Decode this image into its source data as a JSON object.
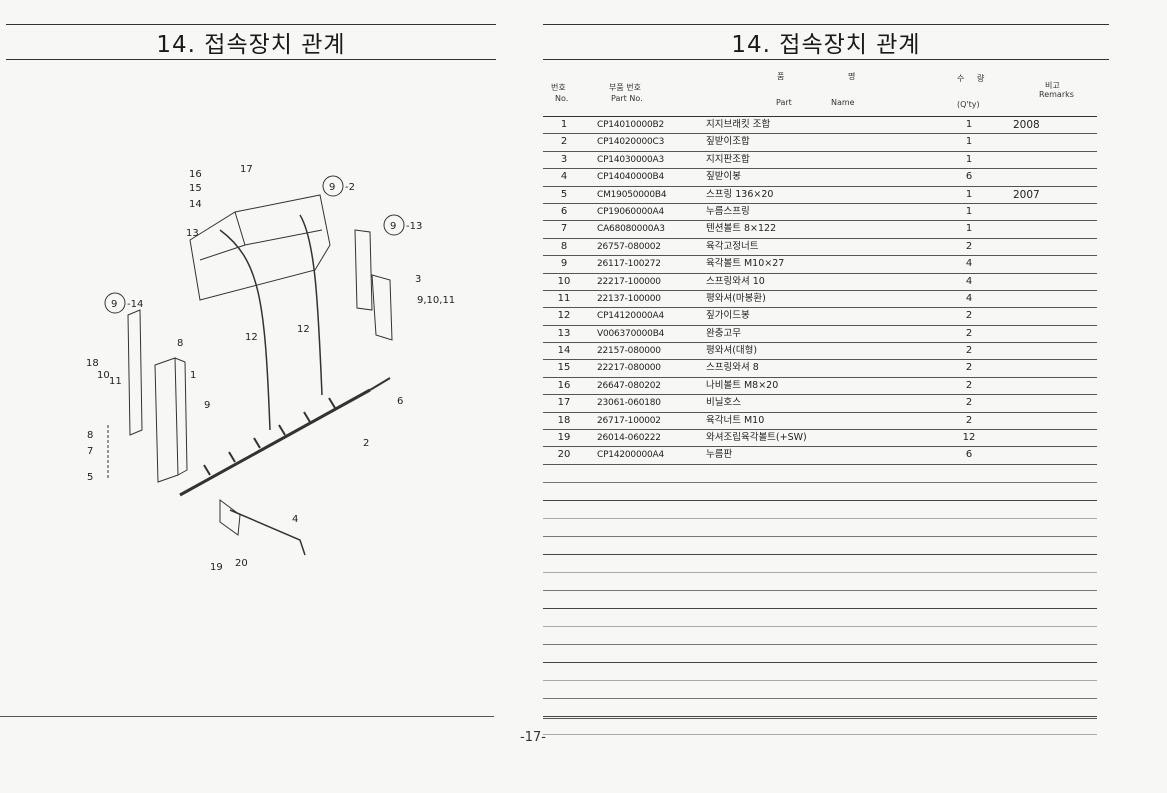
{
  "left_page": {
    "title": "14. 접속장치 관계",
    "diagram_labels": {
      "callout_9_2": "9",
      "callout_9_2_suffix": "-2",
      "callout_9_13": "9",
      "callout_9_13_suffix": "-13",
      "callout_9_14": "9",
      "callout_9_14_suffix": "-14",
      "l16": "16",
      "l15": "15",
      "l14": "14",
      "l13": "13",
      "l17": "17",
      "l3": "3",
      "l9_10_11": "9,10,11",
      "l12a": "12",
      "l12b": "12",
      "l8a": "8",
      "l18": "18",
      "l10": "10",
      "l11": "11",
      "l1": "1",
      "l9": "9",
      "l6": "6",
      "l2": "2",
      "l8b": "8",
      "l7": "7",
      "l5": "5",
      "l4": "4",
      "l19": "19",
      "l20": "20"
    }
  },
  "page_number": "-17-",
  "right_page": {
    "title": "14. 접속장치 관계",
    "headers": {
      "no_ko": "번호",
      "no_en": "No.",
      "part_ko": "부품 번호",
      "part_en": "Part No.",
      "name_ko_1": "품",
      "name_ko_2": "명",
      "name_en_1": "Part",
      "name_en_2": "Name",
      "qty_ko_1": "수",
      "qty_ko_2": "량",
      "qty_en": "(Q'ty)",
      "remarks_ko": "비고",
      "remarks_en": "Remarks"
    },
    "rows": [
      {
        "no": "1",
        "part": "CP14010000B2",
        "name": "지지브래킷 조합",
        "qty": "1",
        "remarks": "2008"
      },
      {
        "no": "2",
        "part": "CP14020000C3",
        "name": "짚받이조합",
        "qty": "1",
        "remarks": ""
      },
      {
        "no": "3",
        "part": "CP14030000A3",
        "name": "지지판조합",
        "qty": "1",
        "remarks": ""
      },
      {
        "no": "4",
        "part": "CP14040000B4",
        "name": "짚받이봉",
        "qty": "6",
        "remarks": ""
      },
      {
        "no": "5",
        "part": "CM19050000B4",
        "name": "스프링 136×20",
        "qty": "1",
        "remarks": "2007"
      },
      {
        "no": "6",
        "part": "CP19060000A4",
        "name": "누름스프링",
        "qty": "1",
        "remarks": ""
      },
      {
        "no": "7",
        "part": "CA68080000A3",
        "name": "텐션볼트 8×122",
        "qty": "1",
        "remarks": ""
      },
      {
        "no": "8",
        "part": "26757-080002",
        "name": "육각고정너트",
        "qty": "2",
        "remarks": ""
      },
      {
        "no": "9",
        "part": "26117-100272",
        "name": "육각볼트 M10×27",
        "qty": "4",
        "remarks": ""
      },
      {
        "no": "10",
        "part": "22217-100000",
        "name": "스프링와셔 10",
        "qty": "4",
        "remarks": ""
      },
      {
        "no": "11",
        "part": "22137-100000",
        "name": "평와셔(마봉환)",
        "qty": "4",
        "remarks": ""
      },
      {
        "no": "12",
        "part": "CP14120000A4",
        "name": "짚가이드봉",
        "qty": "2",
        "remarks": ""
      },
      {
        "no": "13",
        "part": "V006370000B4",
        "name": "완충고무",
        "qty": "2",
        "remarks": ""
      },
      {
        "no": "14",
        "part": "22157-080000",
        "name": "평와셔(대형)",
        "qty": "2",
        "remarks": ""
      },
      {
        "no": "15",
        "part": "22217-080000",
        "name": "스프링와셔 8",
        "qty": "2",
        "remarks": ""
      },
      {
        "no": "16",
        "part": "26647-080202",
        "name": "나비볼트 M8×20",
        "qty": "2",
        "remarks": ""
      },
      {
        "no": "17",
        "part": "23061-060180",
        "name": "비닐호스",
        "qty": "2",
        "remarks": ""
      },
      {
        "no": "18",
        "part": "26717-100002",
        "name": "육각너트 M10",
        "qty": "2",
        "remarks": ""
      },
      {
        "no": "19",
        "part": "26014-060222",
        "name": "와셔조립육각볼트(+SW)",
        "qty": "12",
        "remarks": ""
      },
      {
        "no": "20",
        "part": "CP14200000A4",
        "name": "누름판",
        "qty": "6",
        "remarks": ""
      }
    ],
    "empty_row_count": 15
  }
}
